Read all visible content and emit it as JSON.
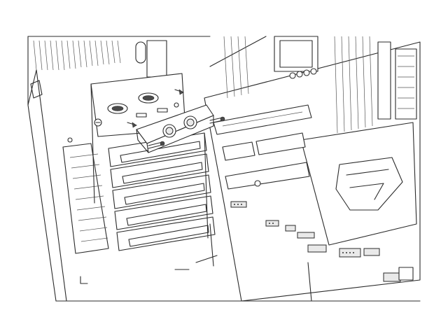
{
  "figure": {
    "subject": "pc-case-interior-expansion-slot-bracket-installation",
    "line_color": "#2b2b2b",
    "background_color": "#ffffff",
    "accent_fill": "#e9e9e9",
    "expansion_slot_covers": 5,
    "pcie_slots_visible": 2,
    "bracket_screws": 2,
    "bracket_pass_through_holes": 2,
    "motherboard_logo": "rog-logo",
    "icons": [
      "screw-icon",
      "usb-port-icon",
      "audio-jack-icon"
    ]
  }
}
